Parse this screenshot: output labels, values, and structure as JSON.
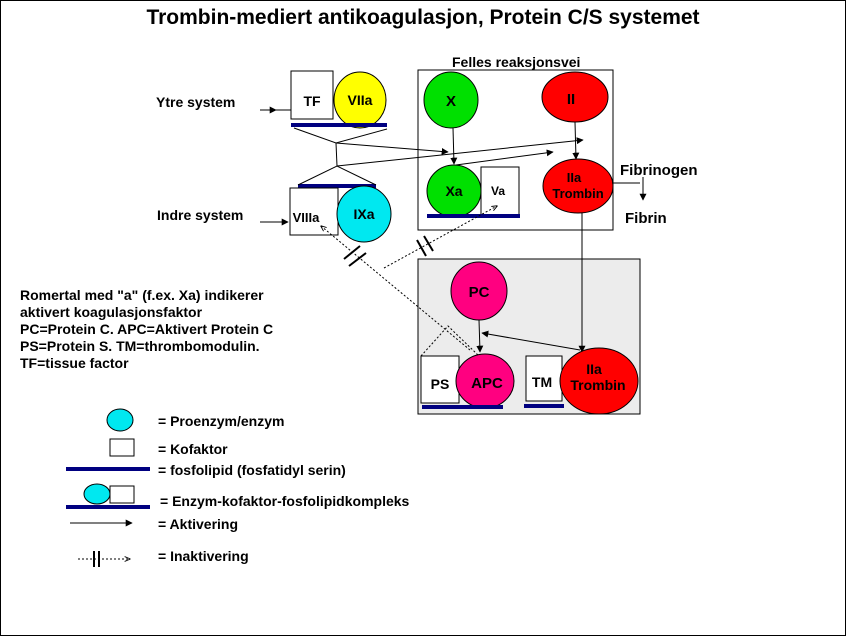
{
  "title": "Trombin-mediert antikoagulasjon, Protein C/S systemet",
  "labels": {
    "ytre": "Ytre system",
    "indre": "Indre system",
    "felles": "Felles reaksjonsvei",
    "fibrinogen": "Fibrinogen",
    "fibrin": "Fibrin"
  },
  "nodes": {
    "tf": "TF",
    "viia": "VIIa",
    "viiia": "VIIIa",
    "ixa": "IXa",
    "x": "X",
    "xa": "Xa",
    "va": "Va",
    "ii": "II",
    "iia_top_1": "IIa",
    "iia_top_2": "Trombin",
    "pc": "PC",
    "ps": "PS",
    "apc": "APC",
    "tm": "TM",
    "iia_bottom_1": "IIa",
    "iia_bottom_2": "Trombin"
  },
  "notes": [
    "Romertal med  \"a\" (f.ex. Xa) indikerer",
    "aktivert koagulasjonsfaktor",
    "PC=Protein C. APC=Aktivert Protein C",
    "PS=Protein S. TM=thrombomodulin.",
    "TF=tissue factor"
  ],
  "legend": [
    {
      "key": "proenzyme",
      "text": "= Proenzym/enzym"
    },
    {
      "key": "cofactor",
      "text": "= Kofaktor"
    },
    {
      "key": "phospholipid",
      "text": "= fosfolipid (fosfatidyl serin)"
    },
    {
      "key": "complex",
      "text": "= Enzym-kofaktor-fosfolipidkompleks"
    },
    {
      "key": "activation",
      "text": "= Aktivering"
    },
    {
      "key": "inactivation",
      "text": "= Inaktivering"
    }
  ],
  "colors": {
    "green": "#00e000",
    "red": "#ff0000",
    "yellow": "#ffff00",
    "cyan": "#00e8f0",
    "magenta": "#ff0080",
    "phospholipid": "#000080",
    "panel_gray": "#ececec"
  }
}
